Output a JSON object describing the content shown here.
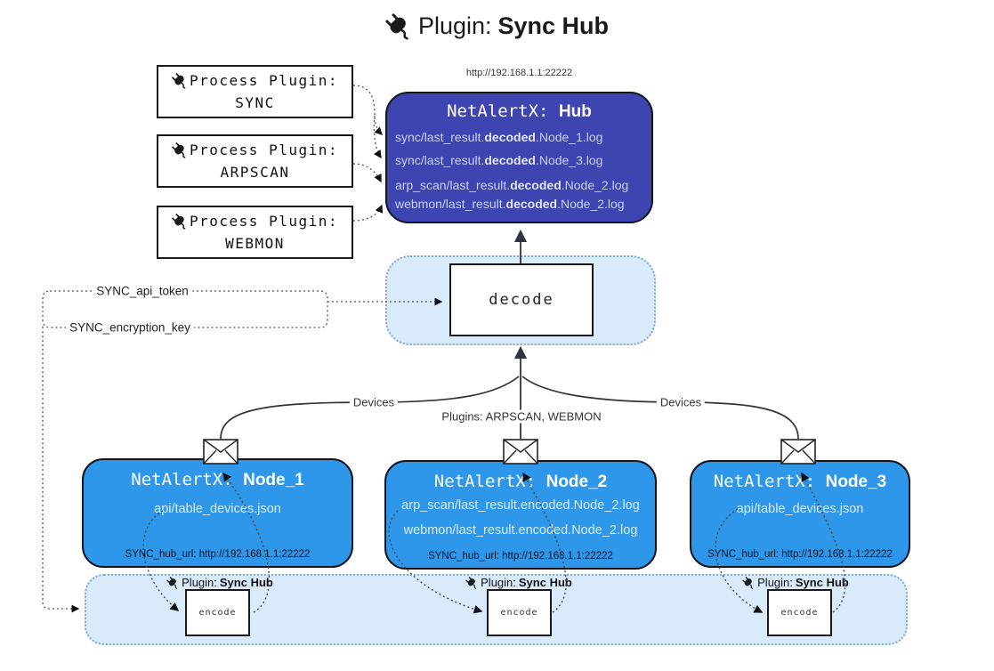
{
  "title": {
    "prefix": "Plugin: ",
    "bold": "Sync Hub"
  },
  "process_plugins": {
    "label": "Process Plugin:",
    "items": [
      {
        "name": "SYNC"
      },
      {
        "name": "ARPSCAN"
      },
      {
        "name": "WEBMON"
      }
    ]
  },
  "hub": {
    "url": "http://192.168.1.1:22222",
    "title_prefix": "NetAlertX: ",
    "title_bold": "Hub",
    "files": [
      {
        "pre": "sync/last_result.",
        "bold": "decoded",
        "post": ".Node_1.log"
      },
      {
        "pre": "sync/last_result.",
        "bold": "decoded",
        "post": ".Node_3.log"
      },
      {
        "pre": "arp_scan/last_result.",
        "bold": "decoded",
        "post": ".Node_2.log"
      },
      {
        "pre": "webmon/last_result.",
        "bold": "decoded",
        "post": ".Node_2.log"
      }
    ]
  },
  "decode": {
    "label": "decode"
  },
  "settings": {
    "api_token": "SYNC_api_token",
    "encryption_key": "SYNC_encryption_key"
  },
  "edge_labels": {
    "devices_left": "Devices",
    "devices_right": "Devices",
    "plugins_center": "Plugins: ARPSCAN, WEBMON"
  },
  "nodes": [
    {
      "title_prefix": "NetAlertX: ",
      "title_bold": "Node_1",
      "files": [
        "api/table_devices.json"
      ],
      "hub_url": "SYNC_hub_url: http://192.168.1.1:22222"
    },
    {
      "title_prefix": "NetAlertX: ",
      "title_bold": "Node_2",
      "files": [
        "arp_scan/last_result.encoded.Node_2.log",
        "webmon/last_result.encoded.Node_2.log"
      ],
      "hub_url": "SYNC_hub_url: http://192.168.1.1:22222"
    },
    {
      "title_prefix": "NetAlertX: ",
      "title_bold": "Node_3",
      "files": [
        "api/table_devices.json"
      ],
      "hub_url": "SYNC_hub_url: http://192.168.1.1:22222"
    }
  ],
  "encode": {
    "label": "encode",
    "plugin_prefix": "Plugin: ",
    "plugin_bold": "Sync Hub"
  },
  "icons": {
    "plug": "plug-icon",
    "envelope": "envelope-icon"
  },
  "colors": {
    "hub_fill": "#3e44b0",
    "node_fill": "#2e97e9",
    "panel_fill": "#d9eafb",
    "panel_border": "#7fa9d2",
    "edge": "#333333",
    "text_on_hub": "#c9d2f0",
    "text_on_node": "#d9ecfd"
  }
}
